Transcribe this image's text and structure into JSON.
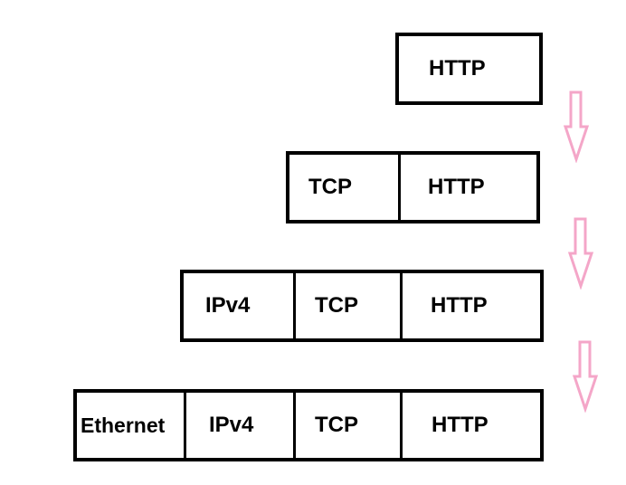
{
  "diagram": {
    "rows": [
      {
        "cells": [
          "HTTP"
        ]
      },
      {
        "cells": [
          "TCP",
          "HTTP"
        ]
      },
      {
        "cells": [
          "IPv4",
          "TCP",
          "HTTP"
        ]
      },
      {
        "cells": [
          "Ethernet",
          "IPv4",
          "TCP",
          "HTTP"
        ]
      }
    ],
    "arrows": [
      {
        "icon": "down-arrow-icon",
        "color": "#f4a6c8"
      },
      {
        "icon": "down-arrow-icon",
        "color": "#f4a6c8"
      },
      {
        "icon": "down-arrow-icon",
        "color": "#f4a6c8"
      }
    ]
  }
}
